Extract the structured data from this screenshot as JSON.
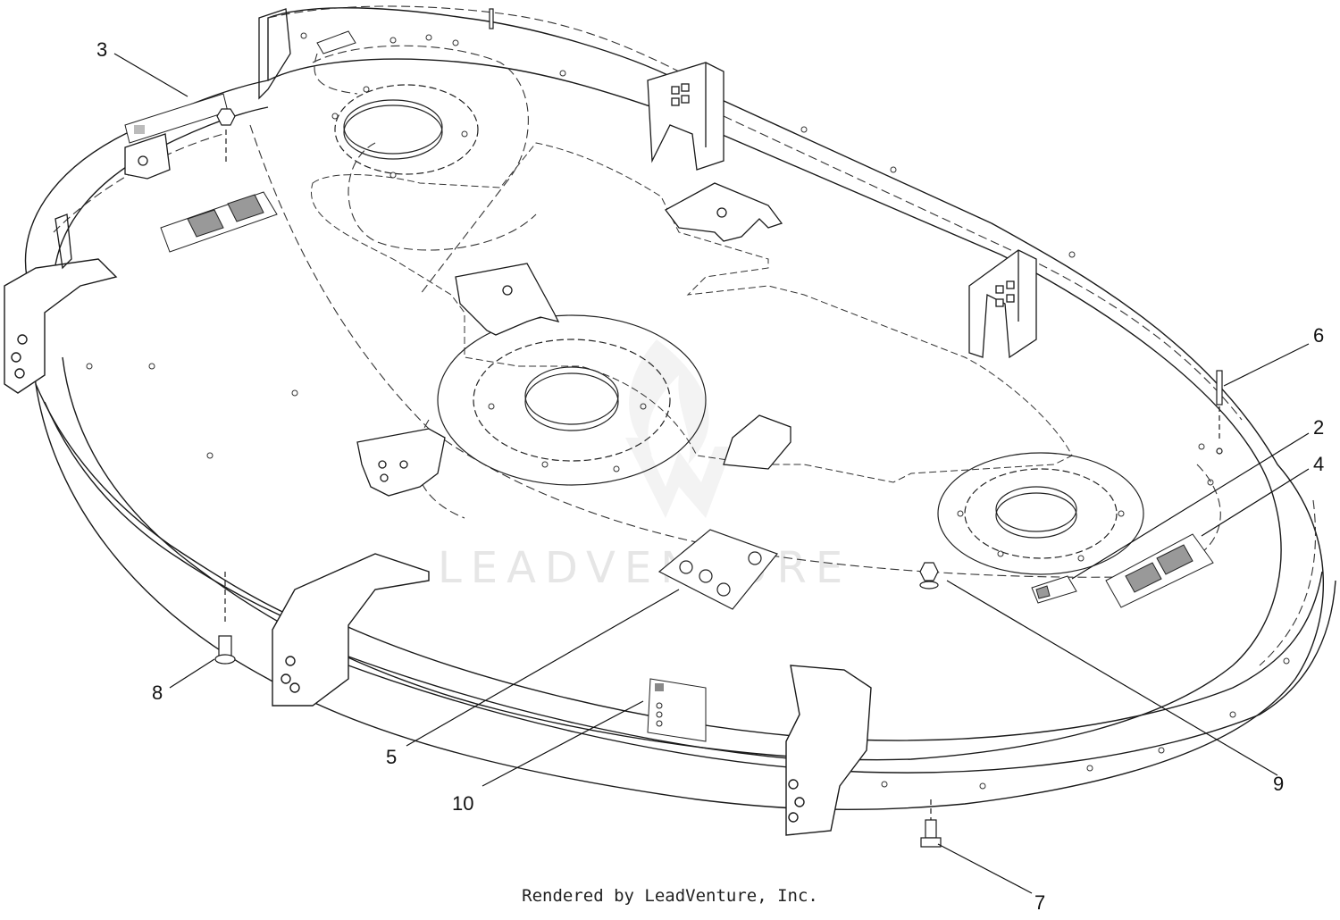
{
  "diagram": {
    "callouts": [
      {
        "id": "3",
        "label": "3"
      },
      {
        "id": "6",
        "label": "6"
      },
      {
        "id": "2",
        "label": "2"
      },
      {
        "id": "4",
        "label": "4"
      },
      {
        "id": "8",
        "label": "8"
      },
      {
        "id": "5",
        "label": "5"
      },
      {
        "id": "9",
        "label": "9"
      },
      {
        "id": "10",
        "label": "10"
      },
      {
        "id": "7",
        "label": "7"
      }
    ],
    "watermark": "LEADVENTURE",
    "footer": "Rendered by LeadVenture, Inc."
  },
  "colors": {
    "line": "#1a1a1a",
    "dashed": "#333333",
    "watermark": "#e6e6e6"
  }
}
